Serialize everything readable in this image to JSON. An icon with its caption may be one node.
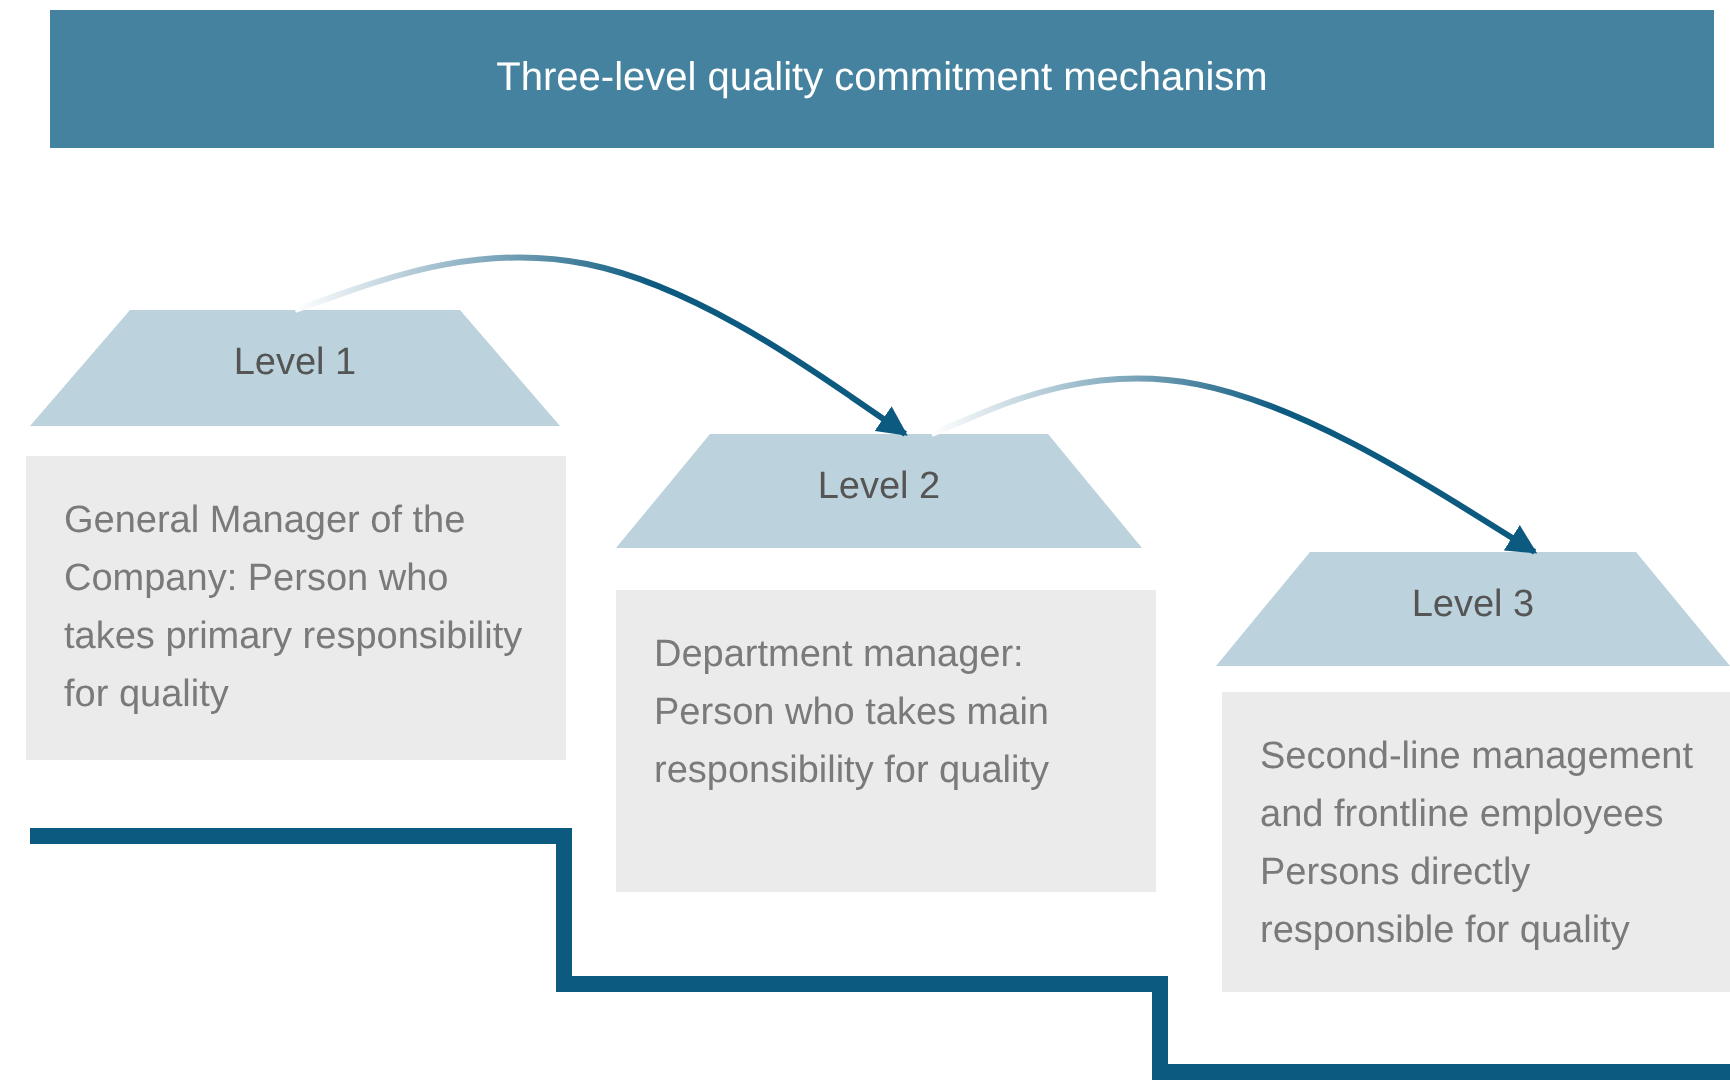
{
  "diagram": {
    "title": "Three-level quality commitment mechanism",
    "nodes": [
      {
        "text": [
          "Level 1"
        ]
      },
      {
        "text": [
          "General Manager of the Company: Person who takes primary responsibility for quality"
        ]
      },
      {
        "text": [
          "Level 2"
        ]
      },
      {
        "text": [
          "Department manager: Person who takes main responsibility for quality"
        ]
      },
      {
        "text": [
          "Level 3"
        ]
      },
      {
        "text": [
          "Second-line management and frontline employees Persons directly responsible for quality"
        ]
      }
    ],
    "edges": [
      {
        "from": 0,
        "to": 2,
        "arrow": "to"
      },
      {
        "from": 2,
        "to": 4,
        "arrow": "to"
      }
    ]
  }
}
